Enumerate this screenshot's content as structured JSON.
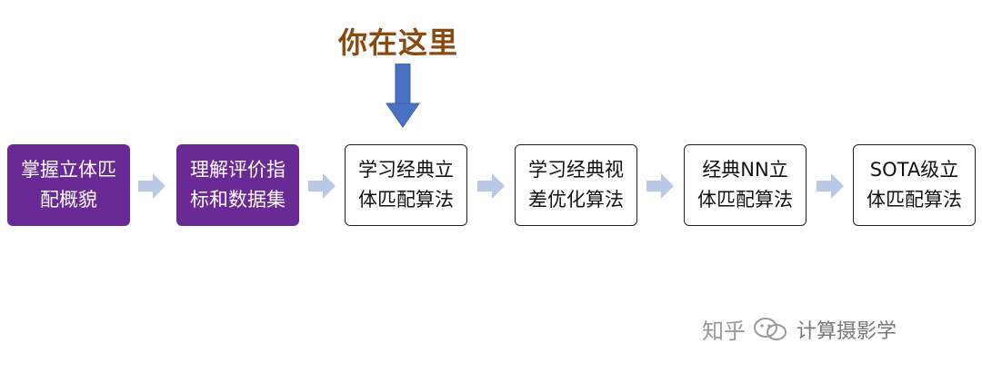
{
  "here_label": "你在这里",
  "steps": [
    {
      "text": "掌握立体匹\n配概貌",
      "state": "completed"
    },
    {
      "text": "理解评价指\n标和数据集",
      "state": "completed"
    },
    {
      "text": "学习经典立\n体匹配算法",
      "state": "current"
    },
    {
      "text": "学习经典视\n差优化算法",
      "state": "upcoming"
    },
    {
      "text": "经典NN立\n体匹配算法",
      "state": "upcoming"
    },
    {
      "text": "SOTA级立\n体匹配算法",
      "state": "upcoming"
    }
  ],
  "colors": {
    "completed_fill": "#6a2a96",
    "arrow_blue": "#4a72c4",
    "flow_arrow": "#b9c8e6",
    "here_label": "#8a4a10"
  },
  "watermark": {
    "site": "知乎",
    "account": "计算摄影学",
    "icon": "wechat-icon"
  }
}
